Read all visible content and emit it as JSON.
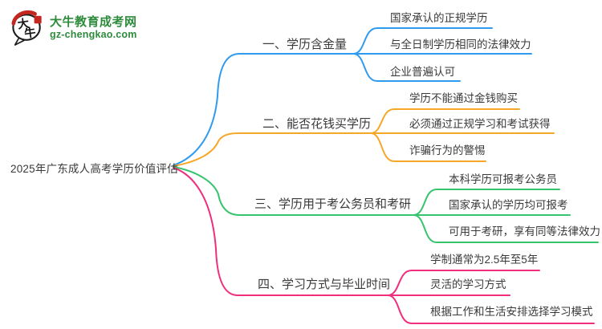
{
  "logo": {
    "site_name": "大牛教育成考网",
    "domain": "gz-chengkao.com",
    "icon_char_1": "大",
    "icon_char_2": "牛",
    "brand_color": "#2e8b3c",
    "accent_red": "#c4271f"
  },
  "mindmap": {
    "root": "2025年广东成人高考学历价值评估",
    "text_color": "#3a3a3a",
    "branches": [
      {
        "label": "一、学历含金量",
        "color": "#2f9bf0",
        "children": [
          "国家承认的正规学历",
          "与全日制学历相同的法律效力",
          "企业普遍认可"
        ]
      },
      {
        "label": "二、能否花钱买学历",
        "color": "#f7a727",
        "children": [
          "学历不能通过金钱购买",
          "必须通过正规学习和考试获得",
          "诈骗行为的警惕"
        ]
      },
      {
        "label": "三、学历用于考公务员和考研",
        "color": "#36c46f",
        "children": [
          "本科学历可报考公务员",
          "国家承认的学历均可报考",
          "可用于考研，享有同等法律效力"
        ]
      },
      {
        "label": "四、学习方式与毕业时间",
        "color": "#ef2f7d",
        "children": [
          "学制通常为2.5年至5年",
          "灵活的学习方式",
          "根据工作和生活安排选择学习模式"
        ]
      }
    ]
  }
}
